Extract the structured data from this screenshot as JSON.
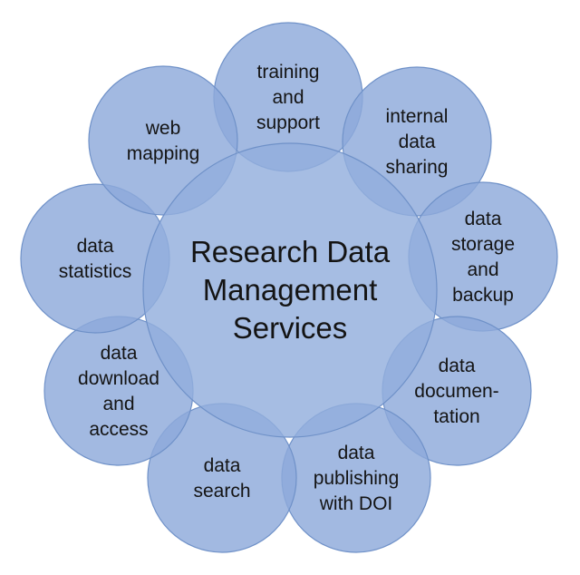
{
  "center": {
    "lines": [
      "Research Data",
      "Management",
      "Services"
    ]
  },
  "services": [
    {
      "id": "training-and-support",
      "lines": [
        "training",
        "and",
        "support"
      ]
    },
    {
      "id": "internal-data-sharing",
      "lines": [
        "internal",
        "data",
        "sharing"
      ]
    },
    {
      "id": "data-storage-and-backup",
      "lines": [
        "data",
        "storage",
        "and",
        "backup"
      ]
    },
    {
      "id": "data-documentation",
      "lines": [
        "data",
        "documen-",
        "tation"
      ]
    },
    {
      "id": "data-publishing-with-doi",
      "lines": [
        "data",
        "publishing",
        "with DOI"
      ]
    },
    {
      "id": "data-search",
      "lines": [
        "data",
        "search"
      ]
    },
    {
      "id": "data-download-and-access",
      "lines": [
        "data",
        "download",
        "and",
        "access"
      ]
    },
    {
      "id": "data-statistics",
      "lines": [
        "data",
        "statistics"
      ]
    },
    {
      "id": "web-mapping",
      "lines": [
        "web",
        "mapping"
      ]
    }
  ],
  "colors": {
    "circle_fill": "#8eaadb",
    "circle_stroke": "#6f91c8",
    "text": "#141414"
  }
}
